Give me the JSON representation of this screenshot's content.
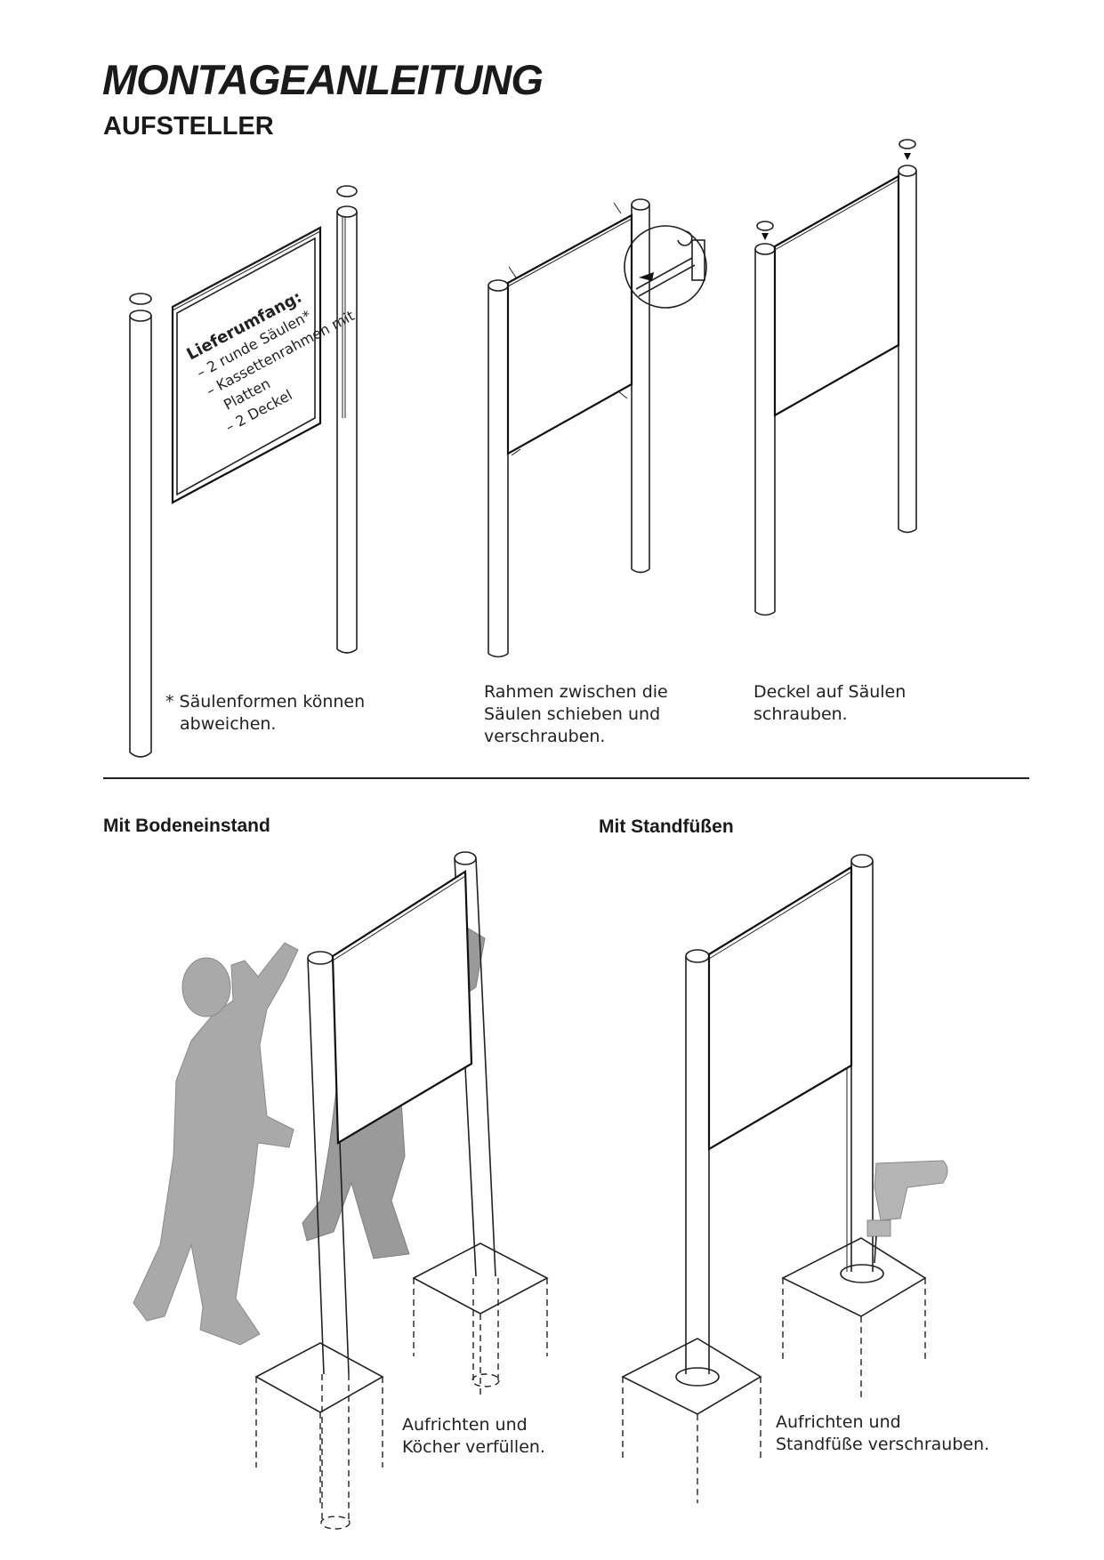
{
  "header": {
    "title": "MONTAGEANLEITUNG",
    "subtitle": "AUFSTELLER"
  },
  "step1": {
    "sign_heading": "Lieferumfang:",
    "sign_items": [
      "– 2 runde Säulen*",
      "– Kassettenrahmen mit",
      "Platten",
      "– 2 Deckel"
    ],
    "footnote_line1": "* Säulenformen können",
    "footnote_line2": "abweichen."
  },
  "step2": {
    "line1": "Rahmen zwischen die",
    "line2": "Säulen schieben und",
    "line3": "verschrauben."
  },
  "step3": {
    "line1": "Deckel auf Säulen",
    "line2": "schrauben."
  },
  "section_ground": {
    "heading": "Mit Bodeneinstand",
    "line1": "Aufrichten und",
    "line2": "Köcher verfüllen."
  },
  "section_feet": {
    "heading": "Mit Standfüßen",
    "line1": "Aufrichten und",
    "line2": "Standfüße verschrauben."
  },
  "colors": {
    "line": "#222222",
    "figure": "#a9a9a9",
    "background": "#ffffff"
  }
}
